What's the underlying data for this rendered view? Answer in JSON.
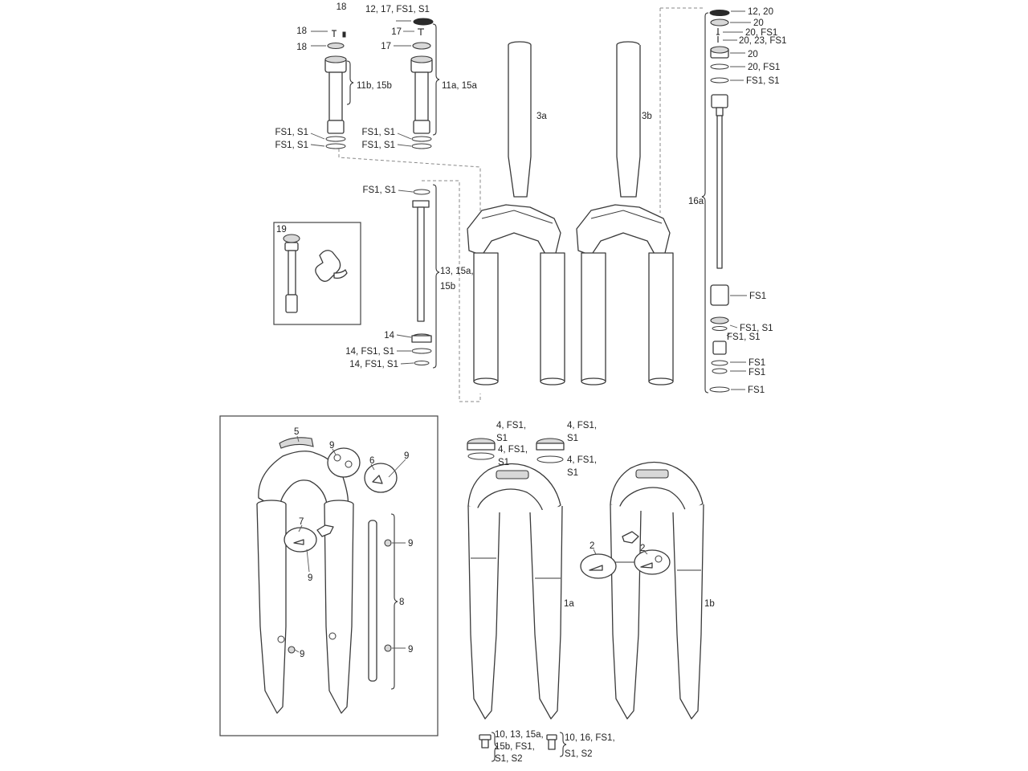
{
  "labels": {
    "l18a": "18",
    "l18b": "18",
    "l18c": "18",
    "l11b15b": "11b, 15b",
    "lFS1S1_a": "FS1, S1",
    "lFS1S1_b": "FS1, S1",
    "l12_17_FS1_S1": "12, 17, FS1, S1",
    "l17a": "17",
    "l17b": "17",
    "l11a15a": "11a, 15a",
    "lFS1S1_c": "FS1, S1",
    "lFS1S1_d": "FS1, S1",
    "l3a": "3a",
    "l3b": "3b",
    "lFS1S1_e": "FS1, S1",
    "l19": "19",
    "l13_15a": "13, 15a,",
    "l15b": "15b",
    "l14": "14",
    "l14_FS1_S1_a": "14, FS1, S1",
    "l14_FS1_S1_b": "14, FS1, S1",
    "r12_20": "12, 20",
    "r20a": "20",
    "r20_FS1": "20, FS1",
    "r20_23_FS1": "20, 23, FS1",
    "r20b": "20",
    "r20_FS1b": "20, FS1",
    "rFS1_S1": "FS1, S1",
    "l16a": "16a",
    "rFS1a": "FS1",
    "rFS1_S1b": "FS1, S1",
    "rFS1_S1c": "FS1, S1",
    "rFS1b": "FS1",
    "rFS1c": "FS1",
    "rFS1d": "FS1",
    "l5": "5",
    "l9a": "9",
    "l6": "6",
    "l9b": "9",
    "l7": "7",
    "l9c": "9",
    "l9d": "9",
    "l8": "8",
    "l9e": "9",
    "l9f": "9",
    "l4a_1": "4, FS1,",
    "l4a_2": "S1",
    "l4b_1": "4, FS1,",
    "l4b_2": "S1",
    "l4c_1": "4, FS1,",
    "l4c_2": "S1",
    "l4d_1": "4, FS1,",
    "l4d_2": "S1",
    "l2a": "2",
    "l2b": "2",
    "l1a": "1a",
    "l1b": "1b",
    "l10a_1": "10, 13, 15a,",
    "l10a_2": "15b, FS1,",
    "l10a_3": "S1, S2",
    "l10b_1": "10, 16, FS1,",
    "l10b_2": "S1, S2"
  }
}
